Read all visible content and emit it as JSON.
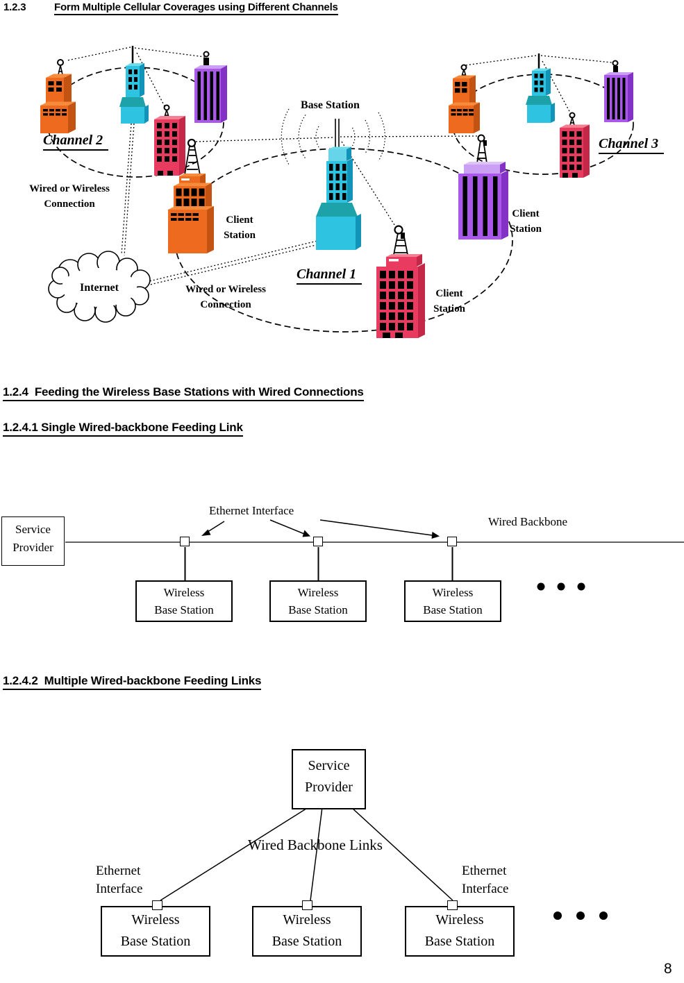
{
  "page_number": "8",
  "headings": {
    "s123_number": "1.2.3",
    "s123_title": "Form Multiple Cellular Coverages using Different Channels",
    "s124": "1.2.4  Feeding the Wireless Base Stations with Wired Connections",
    "s1241": "1.2.4.1 Single Wired-backbone Feeding Link",
    "s1242": "1.2.4.2  Multiple Wired-backbone Feeding Links"
  },
  "figure_cellular": {
    "base_station": "Base Station",
    "channel_1": "Channel 1",
    "channel_2": "Channel 2",
    "channel_3": "Channel 3",
    "client_station": {
      "line1": "Client",
      "line2": "Station"
    },
    "wired_or_wireless": {
      "line1": "Wired or Wireless",
      "line2": "Connection"
    },
    "internet": "Internet",
    "colors": {
      "orange_building": "#ed6a1e",
      "cyan_building": "#2ec3e0",
      "purple_building": "#a958ea",
      "red_building": "#e93a5f"
    }
  },
  "figure_single_backbone": {
    "service_provider": {
      "line1": "Service",
      "line2": "Provider"
    },
    "ethernet_interface": "Ethernet Interface",
    "wired_backbone": "Wired Backbone"
  },
  "figure_multiple_backbone": {
    "service_provider": {
      "line1": "Service",
      "line2": "Provider"
    },
    "wired_backbone_links": "Wired Backbone Links",
    "ethernet_interface": {
      "line1": "Ethernet",
      "line2": "Interface"
    }
  },
  "wireless_base_station": {
    "line1": "Wireless",
    "line2": "Base Station"
  }
}
